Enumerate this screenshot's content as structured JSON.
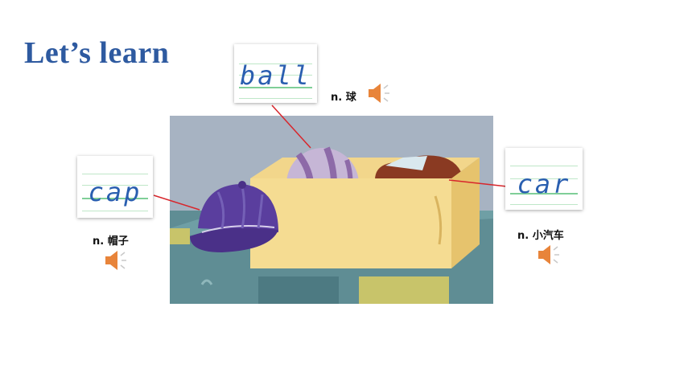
{
  "title": "Let’s learn",
  "words": {
    "ball": {
      "word": "ball",
      "meaning": "n. 球",
      "audio_icon": "speaker-icon"
    },
    "cap": {
      "word": "cap",
      "meaning": "n. 帽子",
      "audio_icon": "speaker-icon"
    },
    "car": {
      "word": "car",
      "meaning": "n. 小汽车",
      "audio_icon": "speaker-icon"
    }
  },
  "colors": {
    "title": "#2e5aa0",
    "word_text": "#2a5fb0",
    "guide_green": "#7fcf98",
    "guide_line": "#bfe7c8",
    "connector": "#d8262c",
    "speaker": "#e8843a"
  },
  "scene_image": "toy-box-illustration"
}
